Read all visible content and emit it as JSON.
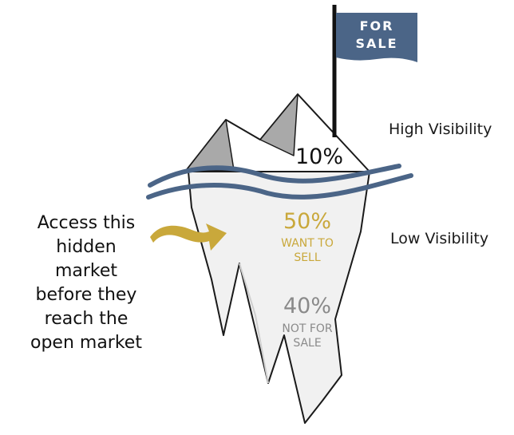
{
  "flag": {
    "text_line1": "FOR",
    "text_line2": "SALE"
  },
  "labels": {
    "high_visibility": "High Visibility",
    "low_visibility": "Low Visibility"
  },
  "callout": {
    "lines": [
      "Access this",
      "hidden",
      "market",
      "before they",
      "reach the",
      "open market"
    ]
  },
  "segments": {
    "top": {
      "percent": "10%"
    },
    "middle": {
      "percent": "50%",
      "line1": "WANT TO",
      "line2": "SELL"
    },
    "bottom": {
      "percent": "40%",
      "line1": "NOT FOR",
      "line2": "SALE"
    }
  },
  "colors": {
    "flag": "#4b6587",
    "water": "#4b6587",
    "gold": "#c9a83b",
    "gray": "#8a8a8a"
  }
}
